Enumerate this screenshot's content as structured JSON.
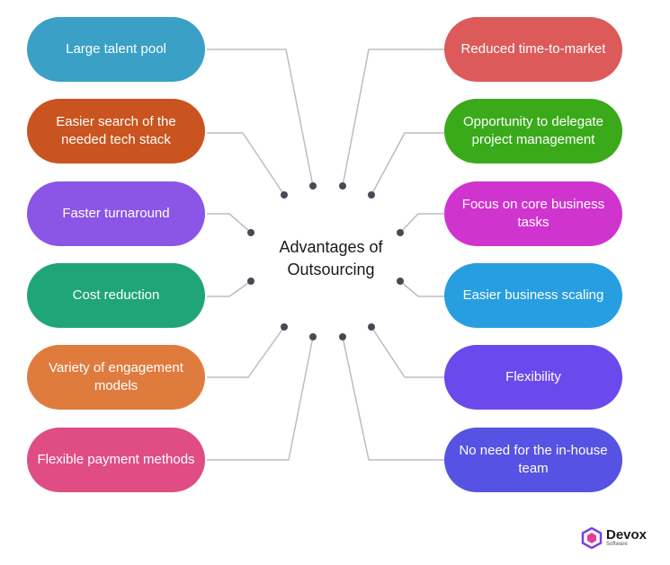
{
  "title": "Advantages of Outsourcing",
  "connector_color": "#bdbdbd",
  "dot_color": "#444b54",
  "left_items": [
    {
      "label": "Large talent pool",
      "color": "#3aa0c5"
    },
    {
      "label": "Easier search of the needed tech stack",
      "color": "#c9541f"
    },
    {
      "label": "Faster turnaround",
      "color": "#8b55e6"
    },
    {
      "label": "Cost reduction",
      "color": "#1fa578"
    },
    {
      "label": "Variety of engagement models",
      "color": "#e07b3e"
    },
    {
      "label": "Flexible payment methods",
      "color": "#e04d85"
    }
  ],
  "right_items": [
    {
      "label": "Reduced time-to-market",
      "color": "#dd5a5a"
    },
    {
      "label": "Opportunity to delegate project management",
      "color": "#3aaa1b"
    },
    {
      "label": "Focus on core business tasks",
      "color": "#d034cf"
    },
    {
      "label": "Easier business scaling",
      "color": "#279ee0"
    },
    {
      "label": "Flexibility",
      "color": "#6c49ec"
    },
    {
      "label": "No need for the in-house team",
      "color": "#5652e3"
    }
  ],
  "logo": {
    "name": "Devox",
    "sub": "Software"
  }
}
